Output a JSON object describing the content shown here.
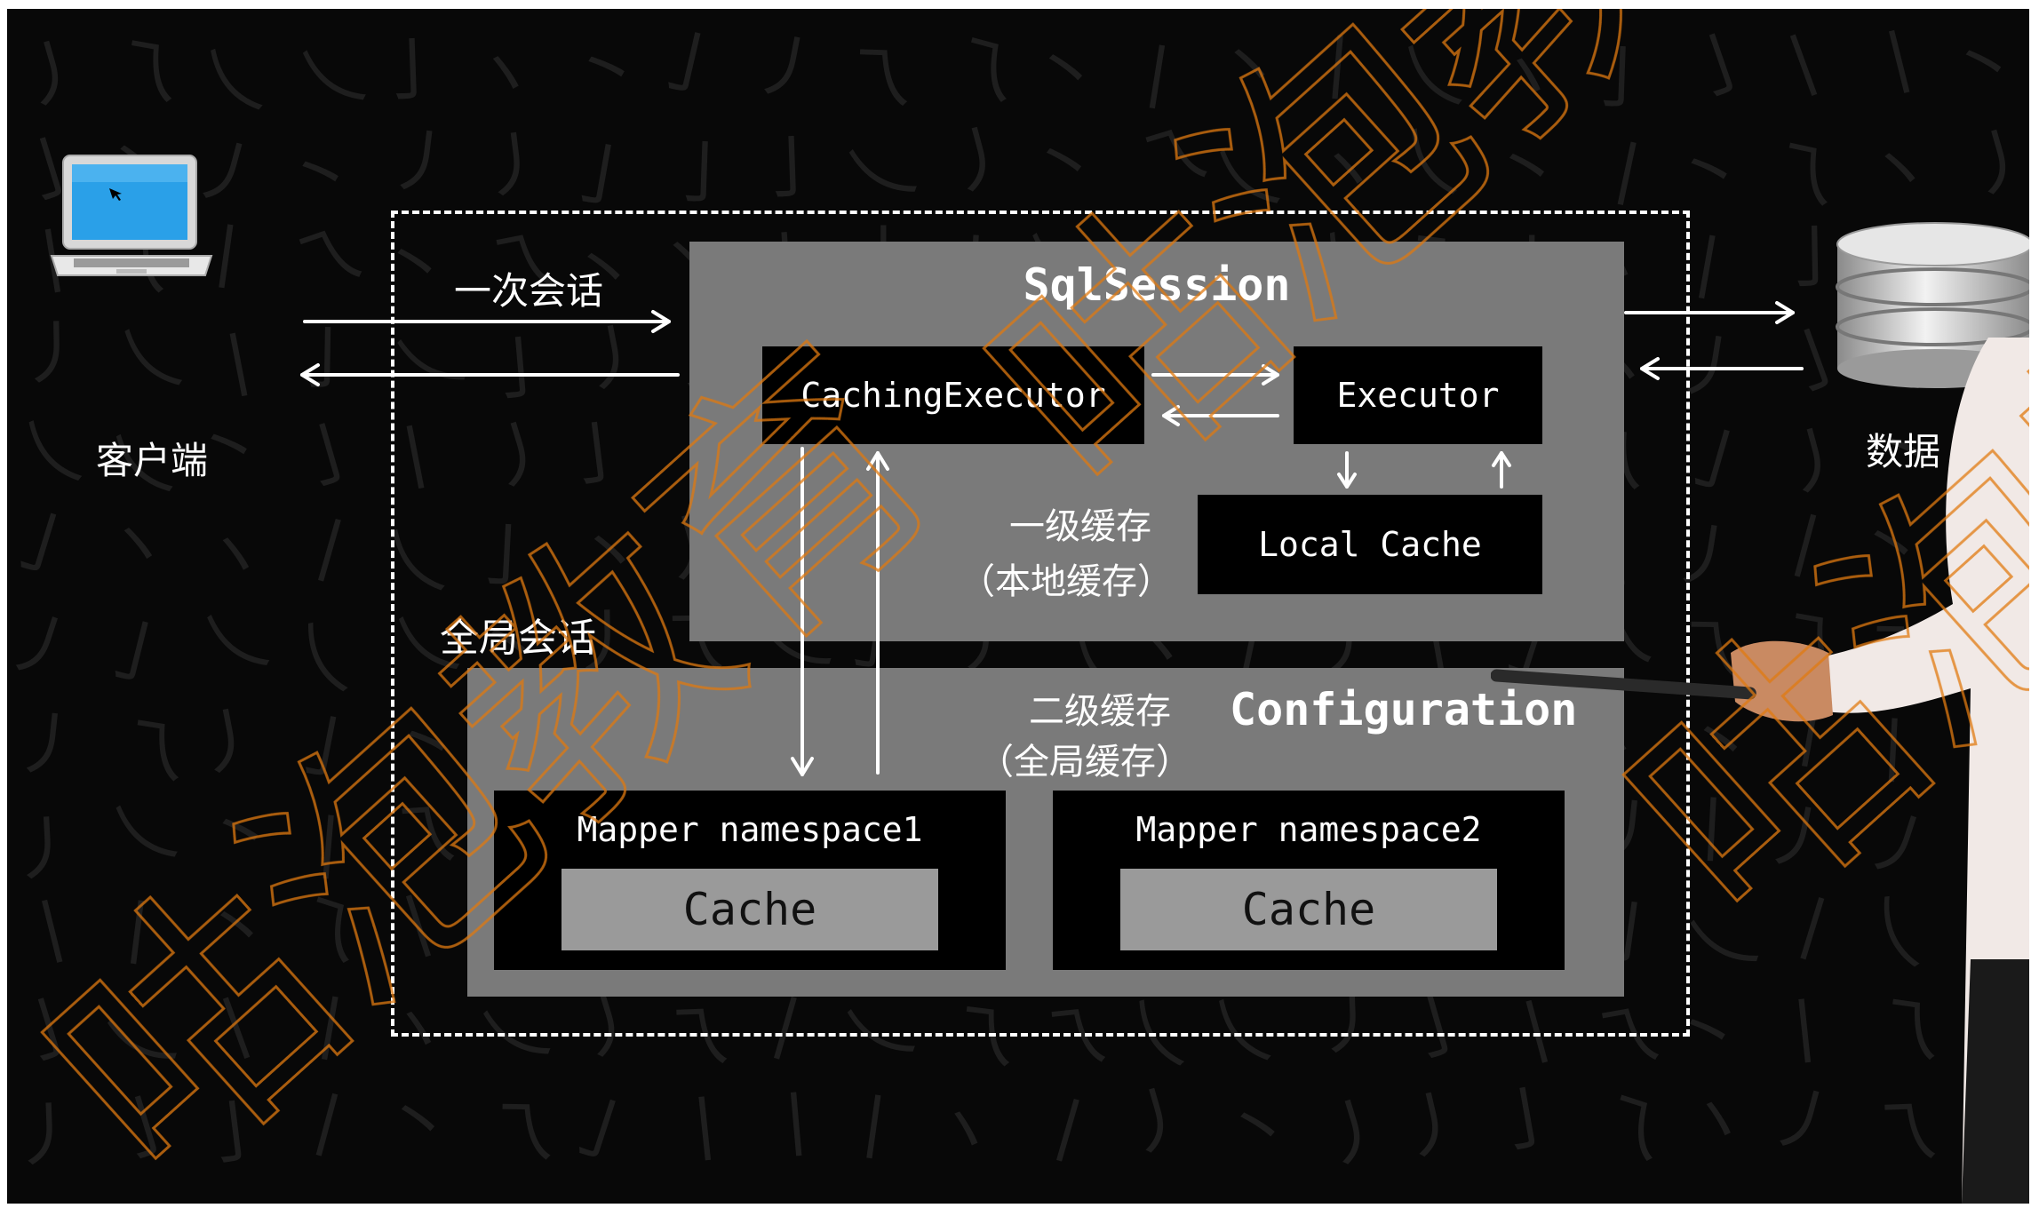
{
  "diagram": {
    "client_label": "客户端",
    "database_label": "数据",
    "one_session_label": "一次会话",
    "global_session_label": "全局会话",
    "sqlsession_title": "SqlSession",
    "caching_executor": "CachingExecutor",
    "executor": "Executor",
    "local_cache": "Local Cache",
    "level1_cache": "一级缓存",
    "level1_cache_sub": "（本地缓存）",
    "configuration_title": "Configuration",
    "level2_cache": "二级缓存",
    "level2_cache_sub": "（全局缓存）",
    "mapper1": "Mapper namespace1",
    "mapper2": "Mapper namespace2",
    "cache1": "Cache",
    "cache2": "Cache"
  },
  "watermark": "咕泡教育",
  "colors": {
    "background": "#080808",
    "panel_gray": "#7a7a7a",
    "box_black": "#000000",
    "cache_gray": "#9a9a9a",
    "laptop_screen": "#2aa0e8",
    "watermark_orange": "#e07a10",
    "arrow_white": "#ffffff"
  }
}
